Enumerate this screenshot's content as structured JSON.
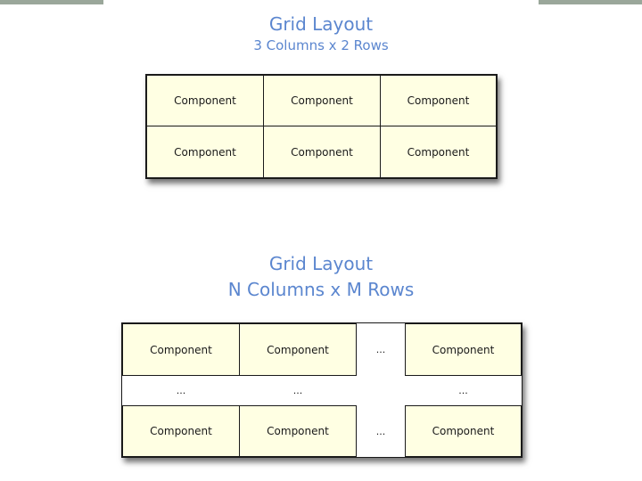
{
  "section1": {
    "title": "Grid Layout",
    "subtitle": "3 Columns x 2 Rows",
    "cells": [
      "Component",
      "Component",
      "Component",
      "Component",
      "Component",
      "Component"
    ]
  },
  "section2": {
    "title": "Grid Layout",
    "subtitle": "N Columns x M Rows",
    "row1": [
      "Component",
      "Component",
      "...",
      "Component"
    ],
    "row2": [
      "...",
      "...",
      "..."
    ],
    "row3": [
      "Component",
      "Component",
      "...",
      "Component"
    ]
  }
}
